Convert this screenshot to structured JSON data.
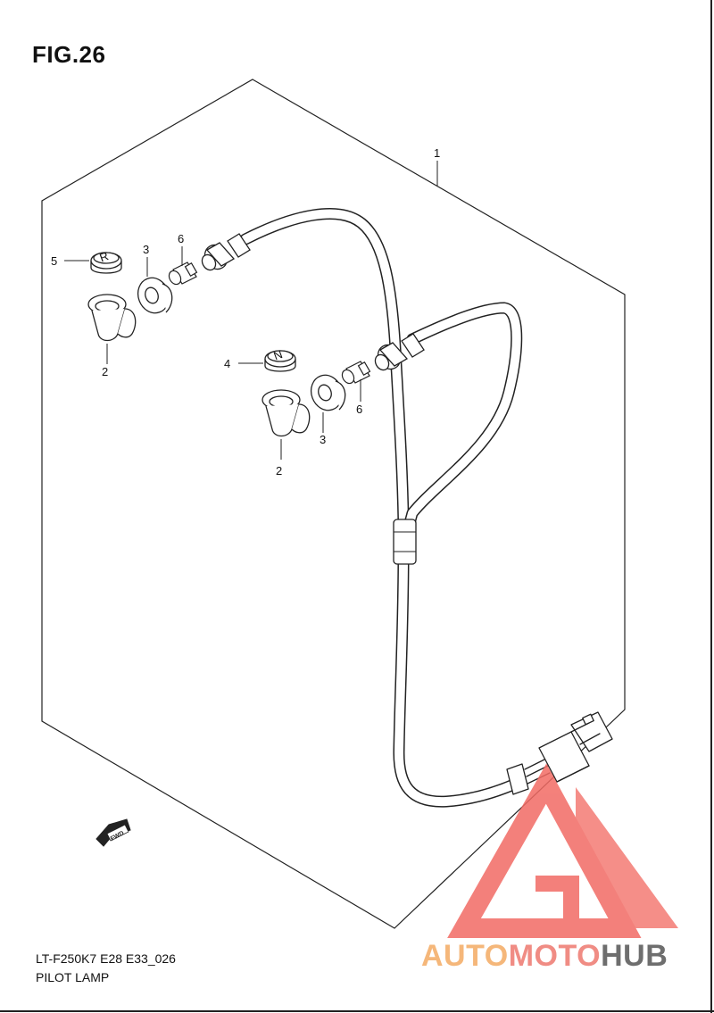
{
  "figure": {
    "title": "FIG.26",
    "code": "LT-F250K7 E28 E33_026",
    "name": "PILOT LAMP"
  },
  "callouts": {
    "c1": "1",
    "c2a": "2",
    "c2b": "2",
    "c3a": "3",
    "c3b": "3",
    "c4": "4",
    "c5": "5",
    "c6a": "6",
    "c6b": "6"
  },
  "markings": {
    "fwd": "FWD",
    "cap_r": "R",
    "cap_n": "N"
  },
  "watermark": {
    "part1": "AUTO",
    "part2": "MOTO",
    "part3": "HUB",
    "colors": {
      "part1": "#f5b77a",
      "part2": "#f08c84",
      "part3": "#6e6e6e",
      "logo": "#f26b64"
    }
  }
}
